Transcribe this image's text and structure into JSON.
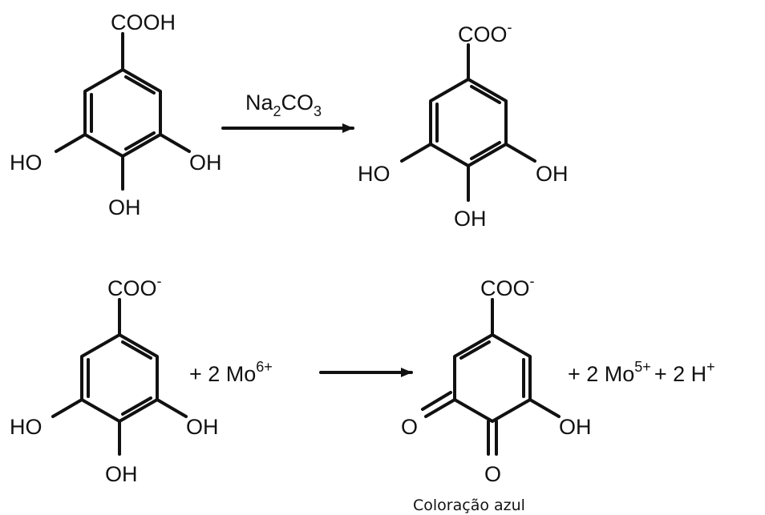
{
  "reaction1": {
    "reactant": {
      "carboxyl": "COOH",
      "oh_left": "HO",
      "oh_right": "OH",
      "oh_bottom": "OH"
    },
    "reagent": {
      "main": "Na",
      "sub1": "2",
      "mid": "CO",
      "sub2": "3"
    },
    "product": {
      "carboxylate": "COO",
      "charge": "-",
      "oh_left": "HO",
      "oh_right": "OH",
      "oh_bottom": "OH"
    }
  },
  "reaction2": {
    "reactant": {
      "carboxylate": "COO",
      "charge": "-",
      "oh_left": "HO",
      "oh_right": "OH",
      "oh_bottom": "OH"
    },
    "plus_reagent": {
      "text": "+ 2 Mo",
      "charge": "6+"
    },
    "product": {
      "carboxylate": "COO",
      "charge": "-",
      "o_left": "O",
      "o_bottom": "O",
      "oh_right": "OH"
    },
    "byproducts": {
      "text1": "+ 2 Mo",
      "charge1": "5+",
      "text2": "+ 2 H",
      "charge2": "+"
    },
    "caption": "Coloração azul"
  },
  "colors": {
    "ink": "#111111",
    "background": "#ffffff"
  }
}
